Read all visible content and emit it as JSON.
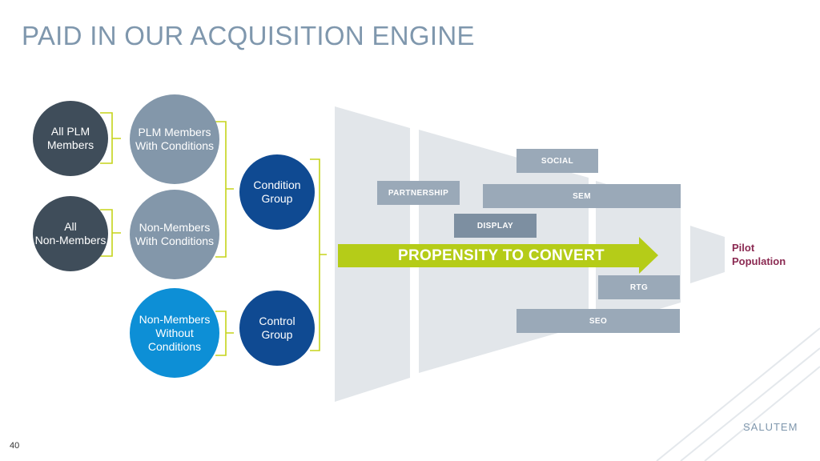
{
  "title": "PAID IN OUR ACQUISITION ENGINE",
  "circles": {
    "all_plm": "All PLM\nMembers",
    "plm_with_conditions": "PLM Members\nWith Conditions",
    "all_non_members": "All\nNon-Members",
    "non_members_with_conditions": "Non-Members\nWith Conditions",
    "non_members_without_conditions": "Non-Members\nWithout\nConditions",
    "condition_group": "Condition\nGroup",
    "control_group": "Control\nGroup"
  },
  "channels": {
    "social": "SOCIAL",
    "partnership": "PARTNERSHIP",
    "sem": "SEM",
    "display": "DISPLAY",
    "rtg": "RTG",
    "seo": "SEO"
  },
  "arrow_label": "PROPENSITY TO CONVERT",
  "pilot_label": "Pilot\nPopulation",
  "page_number": "40",
  "logo_text": "SALUTEM",
  "colors": {
    "title": "#7f97ad",
    "dark_circle": "#3f4d5a",
    "gray_circle": "#8397aa",
    "blue_circle": "#0d8fd6",
    "navy_circle": "#0f4a92",
    "bracket": "#c5d41a",
    "arrow": "#b5cc18",
    "funnel": "#e2e6ea",
    "channel_box": "#9aa9b8",
    "pilot_text": "#8b2a52"
  }
}
